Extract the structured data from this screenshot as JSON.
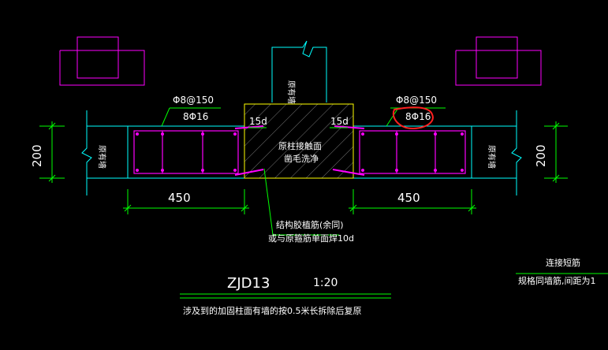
{
  "drawing": {
    "title": "ZJD13",
    "scale": "1:20",
    "note": "涉及到的加固柱面有墙的按0.5米长拆除后复原"
  },
  "left_beam": {
    "stirrup": "Φ8@150",
    "main_bars": "8Φ16",
    "anchor": "15d",
    "wall_label": "原有墙",
    "height_dim": "200",
    "width_dim": "450"
  },
  "right_beam": {
    "stirrup": "Φ8@150",
    "main_bars": "8Φ16",
    "anchor": "15d",
    "wall_label": "原有墙",
    "height_dim": "200",
    "width_dim": "450"
  },
  "column": {
    "label_line1": "原柱接触面",
    "label_line2": "凿毛洗净",
    "top_wall_label": "原有墙"
  },
  "leader_note": {
    "line1": "结构胶植筋(余同)",
    "line2": "或与原箍筋单面焊10d"
  },
  "side_note": {
    "title": "连接短筋",
    "text": "规格同墙筋,间距为1"
  },
  "colors": {
    "background": "#000000",
    "outline": "#00ffff",
    "dimension": "#00ff00",
    "rebar": "#ff00ff",
    "text": "#ffffff",
    "hatch": "#ffff00",
    "highlight": "#ff2020"
  }
}
